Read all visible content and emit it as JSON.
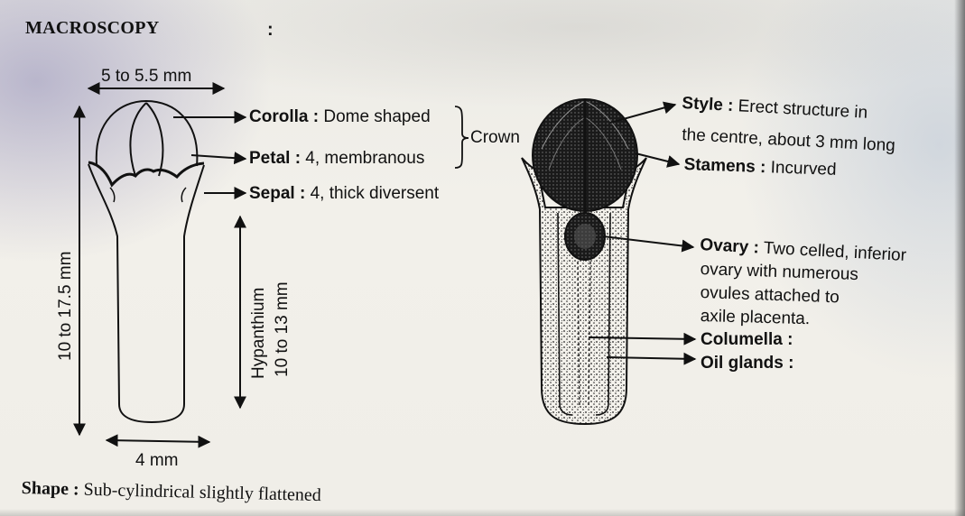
{
  "heading": {
    "title": "MACROSCOPY",
    "colon": ":"
  },
  "left_figure": {
    "width_dimension": "5 to 5.5 mm",
    "length_dimension": "10 to 17.5 mm",
    "base_dimension": "4 mm",
    "hypanthium_label": "Hypanthium",
    "hypanthium_size": "10 to 13 mm",
    "corolla": {
      "term": "Corolla :",
      "desc": " Dome shaped"
    },
    "petal": {
      "term": "Petal :",
      "desc": " 4, membranous"
    },
    "sepal": {
      "term": "Sepal :",
      "desc": " 4, thick diversent"
    },
    "crown": "Crown"
  },
  "right_figure": {
    "style": {
      "term": "Style :",
      "line1": " Erect structure in",
      "line2": "the centre, about 3 mm long"
    },
    "stamens": {
      "term": "Stamens :",
      "desc": " Incurved"
    },
    "ovary": {
      "term": "Ovary :",
      "line1": " Two celled, inferior",
      "line2": "ovary with numerous",
      "line3": "ovules attached to",
      "line4": "axile placenta."
    },
    "columella": "Columella :",
    "oil_glands": "Oil glands :"
  },
  "shape": {
    "term": "Shape :",
    "desc": " Sub-cylindrical slightly flattened"
  }
}
